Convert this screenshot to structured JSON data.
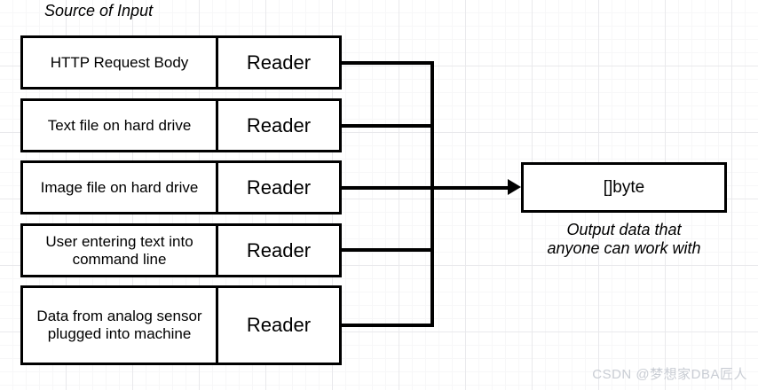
{
  "diagram": {
    "source_title": "Source of Input",
    "output_caption": "Output data that\nanyone can work with",
    "output_box_label": "[]byte",
    "reader_label": "Reader",
    "sources": [
      {
        "description": "HTTP Request\nBody",
        "reader": "Reader"
      },
      {
        "description": "Text file on hard\ndrive",
        "reader": "Reader"
      },
      {
        "description": "Image file on hard\ndrive",
        "reader": "Reader"
      },
      {
        "description": "User entering text\ninto command line",
        "reader": "Reader"
      },
      {
        "description": "Data from analog\nsensor plugged into\nmachine",
        "reader": "Reader"
      }
    ],
    "colors": {
      "stroke": "#000000",
      "background": "#ffffff",
      "grid_minor": "#f7f7f8",
      "grid_major": "#e9e9ec",
      "watermark": "#c9cdd4"
    }
  },
  "watermark": {
    "text": "CSDN @梦想家DBA匠人"
  }
}
